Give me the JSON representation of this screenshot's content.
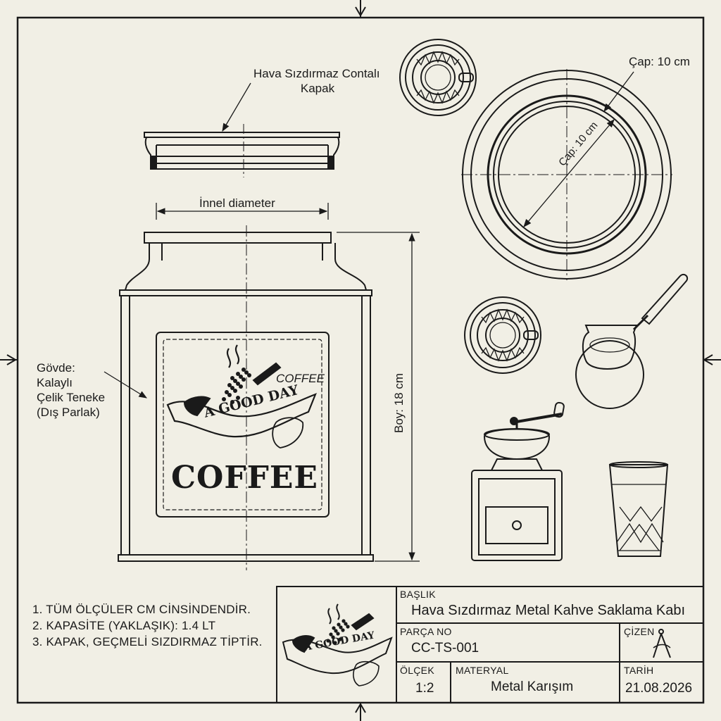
{
  "callouts": {
    "lid": [
      "Hava Sızdırmaz Contalı",
      "Kapak"
    ],
    "inner_diameter": "İnnel diameter",
    "body": [
      "Gövde:",
      "Kalaylı",
      "Çelik Teneke",
      "(Dış Parlak)"
    ],
    "height": "Boy: 18 cm",
    "diameter_outer": "Çap: 10 cm",
    "diameter_inner": "Çap: 10 cm"
  },
  "label_art": {
    "small_word": "COFFEE",
    "banner": "A GOOD DAY",
    "big_word": "COFFEE"
  },
  "notes": [
    "1. TÜM ÖLÇÜLER CM CİNSİNDENDİR.",
    "2. KAPASİTE (YAKLAŞIK): 1.4 LT",
    "3. KAPAK, GEÇMELİ SIZDIRMAZ TİPTİR."
  ],
  "title_block": {
    "logo_banner": "A GOOD DAY",
    "title_label": "BAŞLIK",
    "title_value": "Hava Sızdırmaz Metal Kahve Saklama Kabı",
    "part_label": "PARÇA NO",
    "part_value": "CC-TS-001",
    "drawn_label": "ÇİZEN",
    "scale_label": "ÖLÇEK",
    "scale_value": "1:2",
    "material_label": "MATERYAL",
    "material_value": "Metal Karışım",
    "date_label": "TARİH",
    "date_value": "21.08.2026"
  },
  "icons": [
    "compass-icon",
    "coffee-bean-scoop-icon",
    "turkish-coffee-cup-icon",
    "cezve-icon",
    "coffee-grinder-icon",
    "water-glass-icon"
  ],
  "colors": {
    "paper": "#f1efe5",
    "ink": "#1a1a1a"
  }
}
